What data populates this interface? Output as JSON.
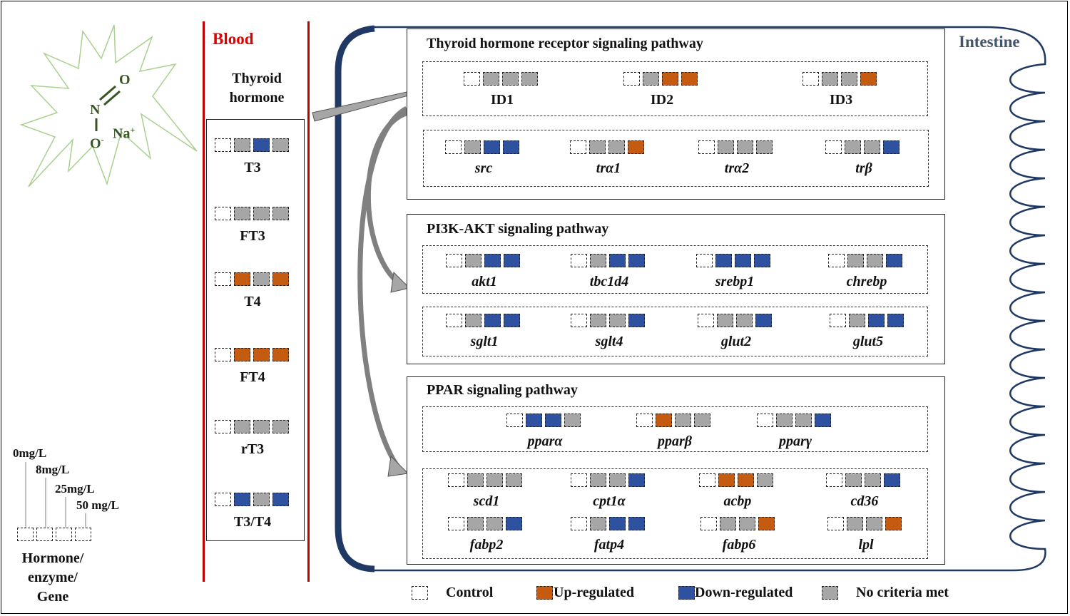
{
  "colors": {
    "control": "#ffffff",
    "up": "#c55a11",
    "down": "#2f52a0",
    "none": "#a6a6a6",
    "blood": "#e00000",
    "intestine": "#44546a"
  },
  "chemical": {
    "o_top": "O",
    "n": "N",
    "o_minus": "O",
    "minus": "-",
    "na": "Na",
    "plus": "+"
  },
  "blood": {
    "title": "Blood",
    "header_line1": "Thyroid",
    "header_line2": "hormone"
  },
  "hormones": [
    {
      "name": "T3",
      "states": [
        "c",
        "n",
        "d",
        "n"
      ]
    },
    {
      "name": "FT3",
      "states": [
        "c",
        "n",
        "n",
        "n"
      ]
    },
    {
      "name": "T4",
      "states": [
        "c",
        "u",
        "n",
        "u"
      ]
    },
    {
      "name": "FT4",
      "states": [
        "c",
        "u",
        "u",
        "u"
      ]
    },
    {
      "name": "rT3",
      "states": [
        "c",
        "n",
        "n",
        "n"
      ]
    },
    {
      "name": "T3/T4",
      "states": [
        "c",
        "d",
        "n",
        "d"
      ]
    }
  ],
  "intestine": {
    "title": "Intestine"
  },
  "pathways": {
    "thyroid": {
      "title": "Thyroid hormone receptor signaling pathway",
      "row1": [
        {
          "name": "ID1",
          "states": [
            "c",
            "n",
            "n",
            "n"
          ]
        },
        {
          "name": "ID2",
          "states": [
            "c",
            "n",
            "u",
            "u"
          ]
        },
        {
          "name": "ID3",
          "states": [
            "c",
            "n",
            "n",
            "u"
          ]
        }
      ],
      "row2": [
        {
          "name": "src",
          "states": [
            "c",
            "n",
            "d",
            "d"
          ]
        },
        {
          "name": "trα1",
          "states": [
            "c",
            "n",
            "n",
            "u"
          ]
        },
        {
          "name": "trα2",
          "states": [
            "c",
            "n",
            "n",
            "n"
          ]
        },
        {
          "name": "trβ",
          "states": [
            "c",
            "n",
            "n",
            "d"
          ]
        }
      ]
    },
    "pi3k": {
      "title": "PI3K-AKT signaling pathway",
      "row1": [
        {
          "name": "akt1",
          "states": [
            "c",
            "n",
            "d",
            "d"
          ]
        },
        {
          "name": "tbc1d4",
          "states": [
            "c",
            "n",
            "d",
            "d"
          ]
        },
        {
          "name": "srebp1",
          "states": [
            "c",
            "d",
            "d",
            "d"
          ]
        },
        {
          "name": "chrebp",
          "states": [
            "c",
            "n",
            "n",
            "d"
          ]
        }
      ],
      "row2": [
        {
          "name": "sglt1",
          "states": [
            "c",
            "n",
            "d",
            "d"
          ]
        },
        {
          "name": "sglt4",
          "states": [
            "c",
            "n",
            "n",
            "d"
          ]
        },
        {
          "name": "glut2",
          "states": [
            "c",
            "n",
            "n",
            "d"
          ]
        },
        {
          "name": "glut5",
          "states": [
            "c",
            "n",
            "d",
            "d"
          ]
        }
      ]
    },
    "ppar": {
      "title": "PPAR signaling pathway",
      "row1": [
        {
          "name": "pparα",
          "states": [
            "c",
            "d",
            "d",
            "n"
          ]
        },
        {
          "name": "pparβ",
          "states": [
            "c",
            "u",
            "n",
            "n"
          ]
        },
        {
          "name": "pparγ",
          "states": [
            "c",
            "n",
            "n",
            "d"
          ]
        }
      ],
      "row2": [
        {
          "name": "scd1",
          "states": [
            "c",
            "n",
            "n",
            "n"
          ]
        },
        {
          "name": "cpt1α",
          "states": [
            "c",
            "n",
            "n",
            "d"
          ]
        },
        {
          "name": "acbp",
          "states": [
            "c",
            "u",
            "u",
            "n"
          ]
        },
        {
          "name": "cd36",
          "states": [
            "c",
            "n",
            "n",
            "d"
          ]
        }
      ],
      "row3": [
        {
          "name": "fabp2",
          "states": [
            "c",
            "n",
            "n",
            "d"
          ]
        },
        {
          "name": "fatp4",
          "states": [
            "c",
            "n",
            "d",
            "d"
          ]
        },
        {
          "name": "fabp6",
          "states": [
            "c",
            "n",
            "n",
            "u"
          ]
        },
        {
          "name": "lpl",
          "states": [
            "c",
            "n",
            "n",
            "u"
          ]
        }
      ]
    }
  },
  "doses": [
    "0mg/L",
    "8mg/L",
    "25mg/L",
    "50 mg/L"
  ],
  "key_caption": [
    "Hormone/",
    "enzyme/",
    "Gene"
  ],
  "legend": [
    {
      "key": "c",
      "label": "Control"
    },
    {
      "key": "u",
      "label": "Up-regulated"
    },
    {
      "key": "d",
      "label": "Down-regulated"
    },
    {
      "key": "n",
      "label": "No criteria met"
    }
  ]
}
